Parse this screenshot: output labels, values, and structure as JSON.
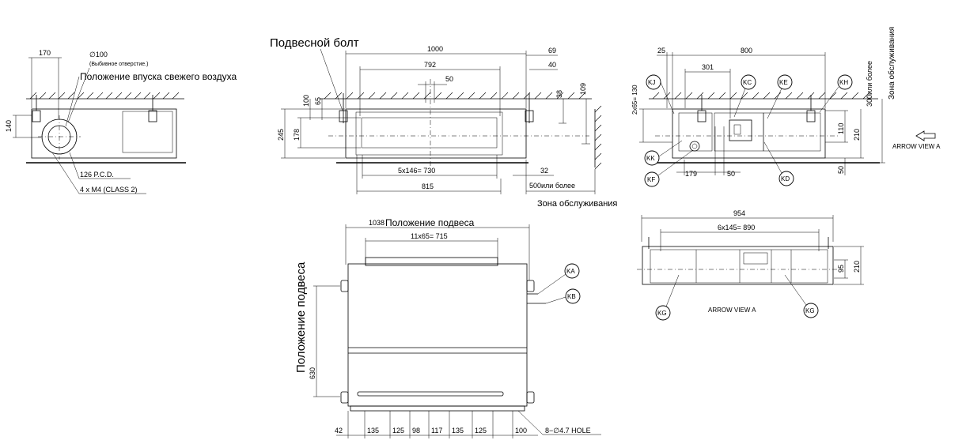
{
  "labels": {
    "hanging_bolt": "Подвесной болт",
    "knockout_dia": "∅100",
    "knockout_note": "(Выбивное отверстие.)",
    "fresh_air_inlet": "Положение впуска свежего воздуха",
    "pcd": "126 P.C.D.",
    "screws": "4 x M4 (CLASS 2)",
    "service_zone": "Зона обслуживания",
    "service_zone_vertical": "Зона обслуживания",
    "service_500": "500или более",
    "service_300": "300или более",
    "suspension_position_top": "Положение подвеса",
    "suspension_position_side": "Положение подвеса",
    "arrow_view_a": "ARROW VIEW A",
    "arrow_view_a_bottom": "ARROW VIEW A",
    "holes": "8−∅4.7 HOLE"
  },
  "dims": {
    "left_170": "170",
    "left_140": "140",
    "front_1000": "1000",
    "front_792": "792",
    "front_50": "50",
    "front_69": "69",
    "front_40": "40",
    "front_38": "38",
    "front_109": "109",
    "front_100": "100",
    "front_65": "65",
    "front_245": "245",
    "front_178": "178",
    "front_730": "5x146= 730",
    "front_815": "815",
    "front_32": "32",
    "side_25": "25",
    "side_800": "800",
    "side_301": "301",
    "side_130": "2x65= 130",
    "side_110": "110",
    "side_210": "210",
    "side_50v": "50",
    "side_179": "179",
    "side_50h": "50",
    "top_1038": "1038",
    "top_715": "11x65= 715",
    "top_630": "630",
    "bottom_dims": [
      "42",
      "135",
      "125",
      "98",
      "117",
      "135",
      "125",
      "100"
    ],
    "av_954": "954",
    "av_890": "6x145= 890",
    "av_95": "95",
    "av_210": "210"
  },
  "balloons": {
    "ka": "KA",
    "kb": "KB",
    "kc": "KC",
    "kd": "KD",
    "ke": "KE",
    "kf": "KF",
    "kg1": "KG",
    "kg2": "KG",
    "kh": "KH",
    "kj": "KJ",
    "kk": "KK"
  }
}
